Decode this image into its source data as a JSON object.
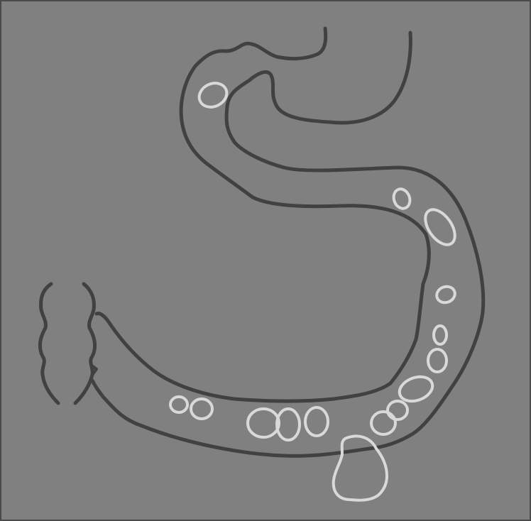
{
  "colors": {
    "background": "#808080",
    "border": "#4a4a4a",
    "wall_outline": "#414141",
    "lumen_outline": "#414141",
    "nodule_outline": "#d9d9d9"
  },
  "icons": [
    "tube-wall-outer",
    "tube-wall-inner",
    "left-end-cut",
    "circular-nodule",
    "protruding-lobulated-mass"
  ]
}
